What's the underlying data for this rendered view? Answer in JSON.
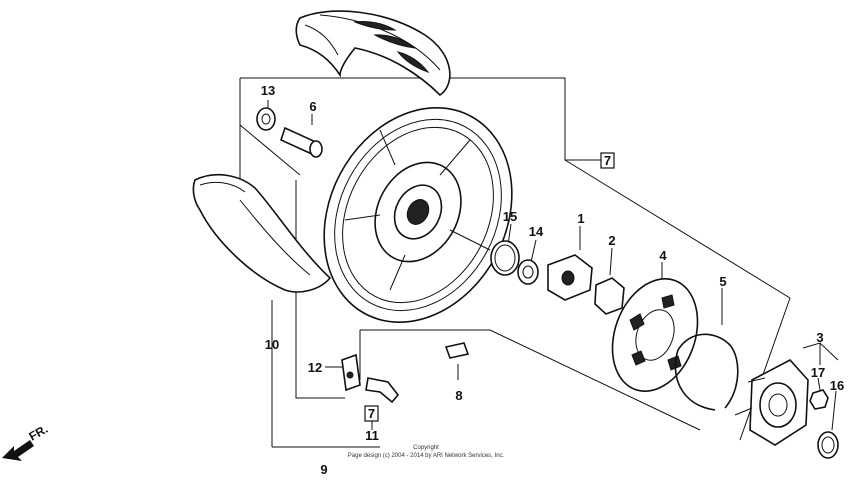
{
  "callouts": {
    "c1": "1",
    "c2": "2",
    "c3": "3",
    "c4": "4",
    "c5": "5",
    "c6": "6",
    "c7a": "7",
    "c7b": "7",
    "c8": "8",
    "c9": "9",
    "c10": "10",
    "c11": "11",
    "c12": "12",
    "c13": "13",
    "c14": "14",
    "c15": "15",
    "c16": "16",
    "c17": "17"
  },
  "copyright": {
    "line1": "Copyright",
    "line2": "Page design (c) 2004 - 2014 by ARI Network Services, Inc."
  },
  "direction": {
    "label": "FR."
  }
}
